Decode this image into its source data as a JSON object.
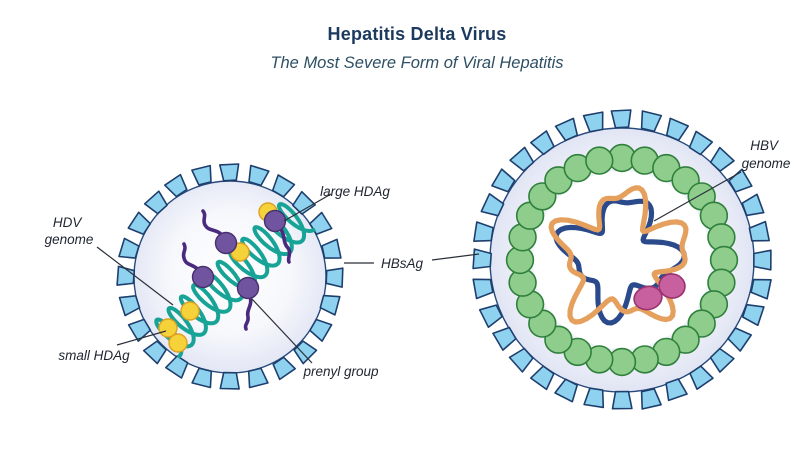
{
  "title": "Hepatitis Delta Virus",
  "subtitle": "The Most Severe Form of Viral Hepatitis",
  "labels": {
    "hdv_genome_1": "HDV",
    "hdv_genome_2": "genome",
    "small_hdag": "small HDAg",
    "large_hdag": "large HDAg",
    "prenyl_group": "prenyl group",
    "hbsag": "HBsAg",
    "hbv_genome_1": "HBV",
    "hbv_genome_2": "genome"
  },
  "colors": {
    "background": "#ffffff",
    "title_color": "#1c3a5e",
    "subtitle_color": "#2e4f63",
    "label_text": "#1f2430",
    "leader_line": "#2a2f3a",
    "spike_fill": "#8ed2f0",
    "spike_stroke": "#1e3f6d",
    "membrane": "#27497c",
    "interior_center": "#ffffff",
    "interior_edge": "#dbe0f2",
    "helix": "#17a396",
    "small_hdag_fill": "#f6d23a",
    "small_hdag_stroke": "#dca121",
    "large_hdag_fill": "#71549f",
    "large_hdag_stroke": "#46306e",
    "prenyl": "#4a2a7e",
    "capsid_bead_fill": "#8fcd8c",
    "capsid_bead_stroke": "#30803d",
    "hbv_dna_orange": "#e5a05e",
    "hbv_dna_navy": "#2a4a8c",
    "polymerase_fill": "#c8609f",
    "polymerase_stroke": "#99336f"
  }
}
